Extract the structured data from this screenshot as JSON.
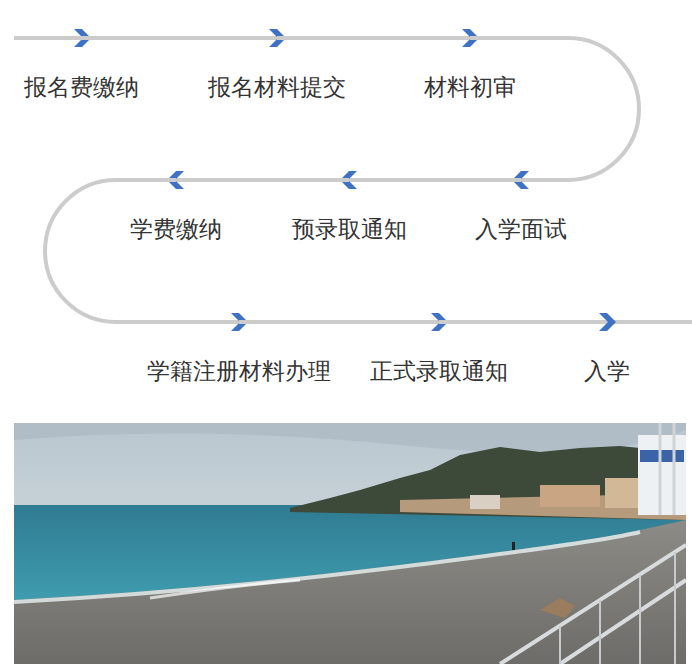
{
  "diagram": {
    "nodes": [
      {
        "text": [
          "报名费缴纳"
        ]
      },
      {
        "text": [
          "报名材料提交"
        ]
      },
      {
        "text": [
          "材料初审"
        ]
      },
      {
        "text": [
          "入学面试"
        ]
      },
      {
        "text": [
          "预录取通知"
        ]
      },
      {
        "text": [
          "学费缴纳"
        ]
      },
      {
        "text": [
          "学籍注册材料办理"
        ]
      },
      {
        "text": [
          "正式录取通知"
        ]
      },
      {
        "text": [
          "入学"
        ]
      }
    ],
    "edges": [
      {
        "from": 0,
        "to": 1,
        "arrow": "to"
      },
      {
        "from": 1,
        "to": 2,
        "arrow": "to"
      },
      {
        "from": 2,
        "to": 3,
        "arrow": "to"
      },
      {
        "from": 3,
        "to": 4,
        "arrow": "to"
      },
      {
        "from": 4,
        "to": 5,
        "arrow": "to"
      },
      {
        "from": 5,
        "to": 6,
        "arrow": "to"
      },
      {
        "from": 6,
        "to": 7,
        "arrow": "to"
      },
      {
        "from": 7,
        "to": 8,
        "arrow": "to"
      }
    ]
  }
}
